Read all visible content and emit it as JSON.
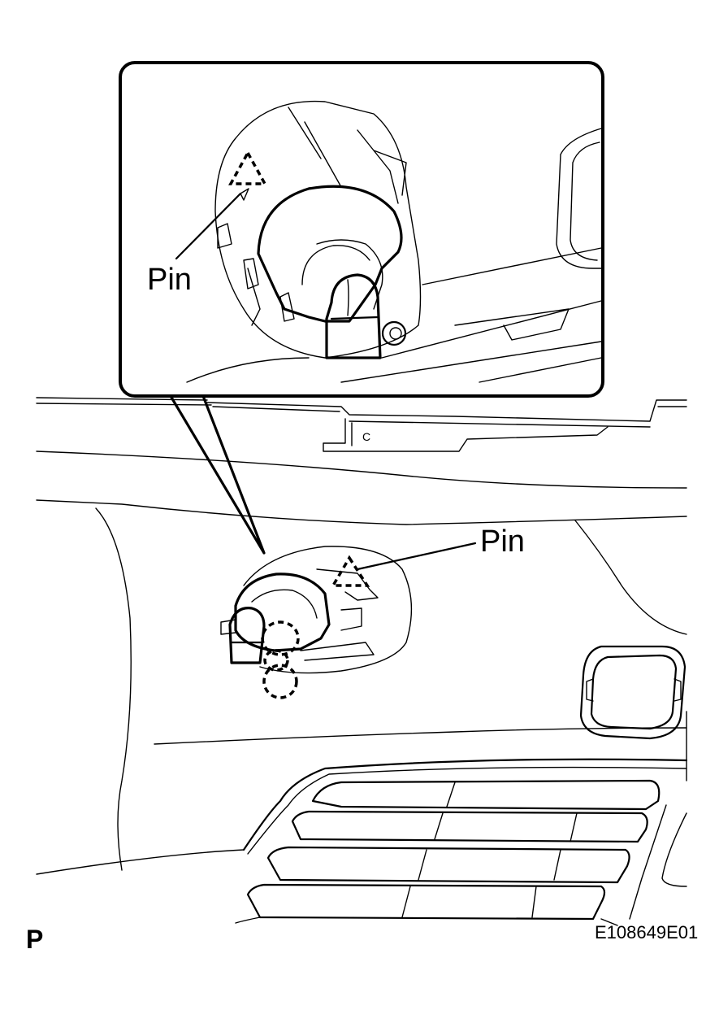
{
  "labels": {
    "pin_detail": "Pin",
    "pin_main": "Pin",
    "small_letter": "C",
    "page_mark": "P",
    "figure_code": "E108649E01"
  }
}
